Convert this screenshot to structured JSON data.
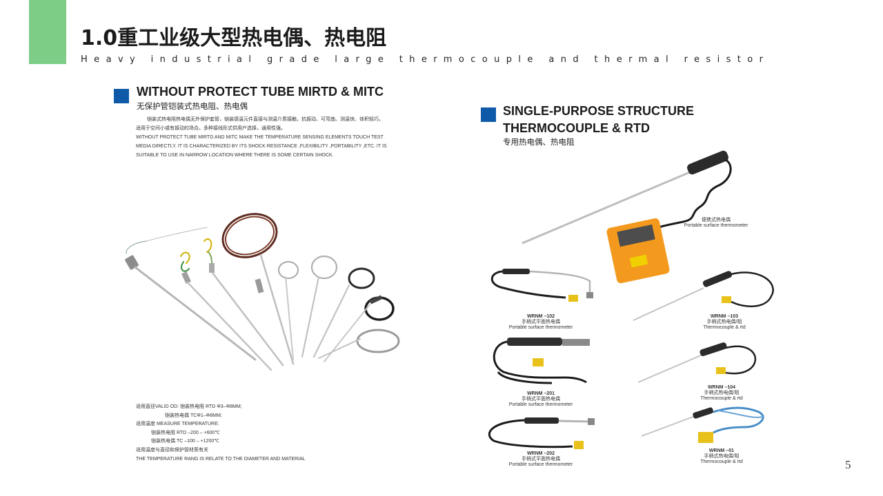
{
  "header": {
    "title": "1.0重工业级大型热电偶、热电阻",
    "subtitle": "Heavy industrial grade large thermocouple and thermal resistor"
  },
  "left_section": {
    "title": "WITHOUT PROTECT TUBE MIRTD & MITC",
    "subtitle": "无保护管铠装式热电阻、热电偶",
    "description": [
      "铠装式热电阻热电偶无外保护套管，铠装感温元件直接与测温介质接触，抗振动、可弯曲、测温快、体积轻巧，",
      "适用于空间小或有振动的场合。多种接线形式供用户选择，通用性强。",
      "WITHOUT PROTECT TUBE MIRTD AND MITC MAKE THE TEMPERATURE SENSING ELEMENTS TOUCH TEST",
      "MEDIA DIRECTLY. IT IS CHARACTERIZED BY ITS SHOCK RESISTANCE ,FLEXIBILITY ,PORTABILITY ,ETC. IT IS",
      "SUITABLE TO USE IN NARROW LOCATION WHERE THERE IS SOME CERTAIN SHOCK."
    ],
    "specs": [
      "适用直径VALID OD:  铠装热电阻 RTD Φ3–Φ8MM;",
      "铠装热电偶 TCΦ1–Φ8MM;",
      "适用温度 MEASURE TEMPERATURE:",
      "铠装热电阻 RTD –200 – +600℃",
      "铠装热电偶 TC  –100 – +1200℃",
      "适用温度与直径和保护管材质有关",
      "THE TEMPERATURE RANG IS RELATE TO THE DIAMETER AND MATERIAL"
    ]
  },
  "right_section": {
    "title_line1": "SINGLE-PURPOSE STRUCTURE",
    "title_line2": "THERMOCOUPLE & RTD",
    "subtitle": "专用热电偶、热电阻",
    "products": [
      {
        "model": "",
        "name_cn": "便携式热电偶",
        "name_en": "Portable surface thermometer"
      },
      {
        "model": "WRNM –102",
        "name_cn": "手柄式平面热电偶",
        "name_en": "Portable surface thermometer"
      },
      {
        "model": "WRNM –103",
        "name_cn": "手柄式热电偶/阻",
        "name_en": "Thermocouple & rtd"
      },
      {
        "model": "WRNM –201",
        "name_cn": "手柄式平面热电偶",
        "name_en": "Portable surface thermometer"
      },
      {
        "model": "WRNM –104",
        "name_cn": "手柄式热电偶/阻",
        "name_en": "Thermocouple & rtd"
      },
      {
        "model": "WRNM –202",
        "name_cn": "手柄式平面热电偶",
        "name_en": "Portable surface thermometer"
      },
      {
        "model": "WRNM –01",
        "name_cn": "手柄式热电偶/阻",
        "name_en": "Thermocouple & rtd"
      }
    ]
  },
  "page_number": "5",
  "colors": {
    "accent_green": "#7dcd86",
    "section_blue": "#0f5aa8",
    "meter_orange": "#f39a1e",
    "connector_yellow": "#e8c21a"
  },
  "icons": {
    "section_marker": "blue-square-icon"
  }
}
